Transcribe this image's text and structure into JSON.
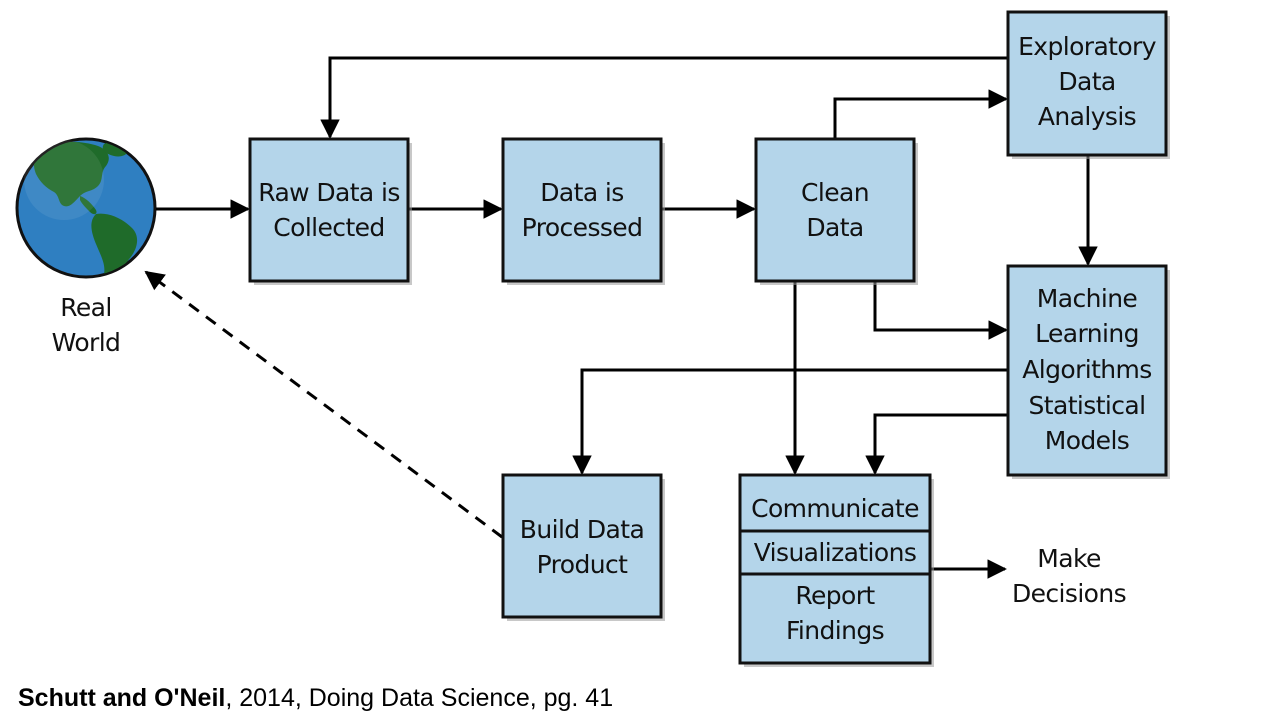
{
  "nodes": {
    "real_world": [
      "Real",
      "World"
    ],
    "raw_data": [
      "Raw Data is",
      "Collected"
    ],
    "processed": [
      "Data is",
      "Processed"
    ],
    "clean": [
      "Clean",
      "Data"
    ],
    "eda": [
      "Exploratory",
      "Data",
      "Analysis"
    ],
    "ml": [
      "Machine",
      "Learning",
      "Algorithms",
      "Statistical",
      "Models"
    ],
    "product": [
      "Build Data",
      "Product"
    ],
    "communicate": [
      "Communicate"
    ],
    "visualizations": [
      "Visualizations"
    ],
    "report": [
      "Report",
      "Findings"
    ],
    "decisions": [
      "Make",
      "Decisions"
    ]
  },
  "caption": {
    "authors": "Schutt and O'Neil",
    "rest": ", 2014,  Doing Data Science, pg. 41"
  },
  "colors": {
    "box_fill": "#b4d5ea",
    "ocean": "#2f7fc1",
    "land": "#1f6b2a"
  }
}
